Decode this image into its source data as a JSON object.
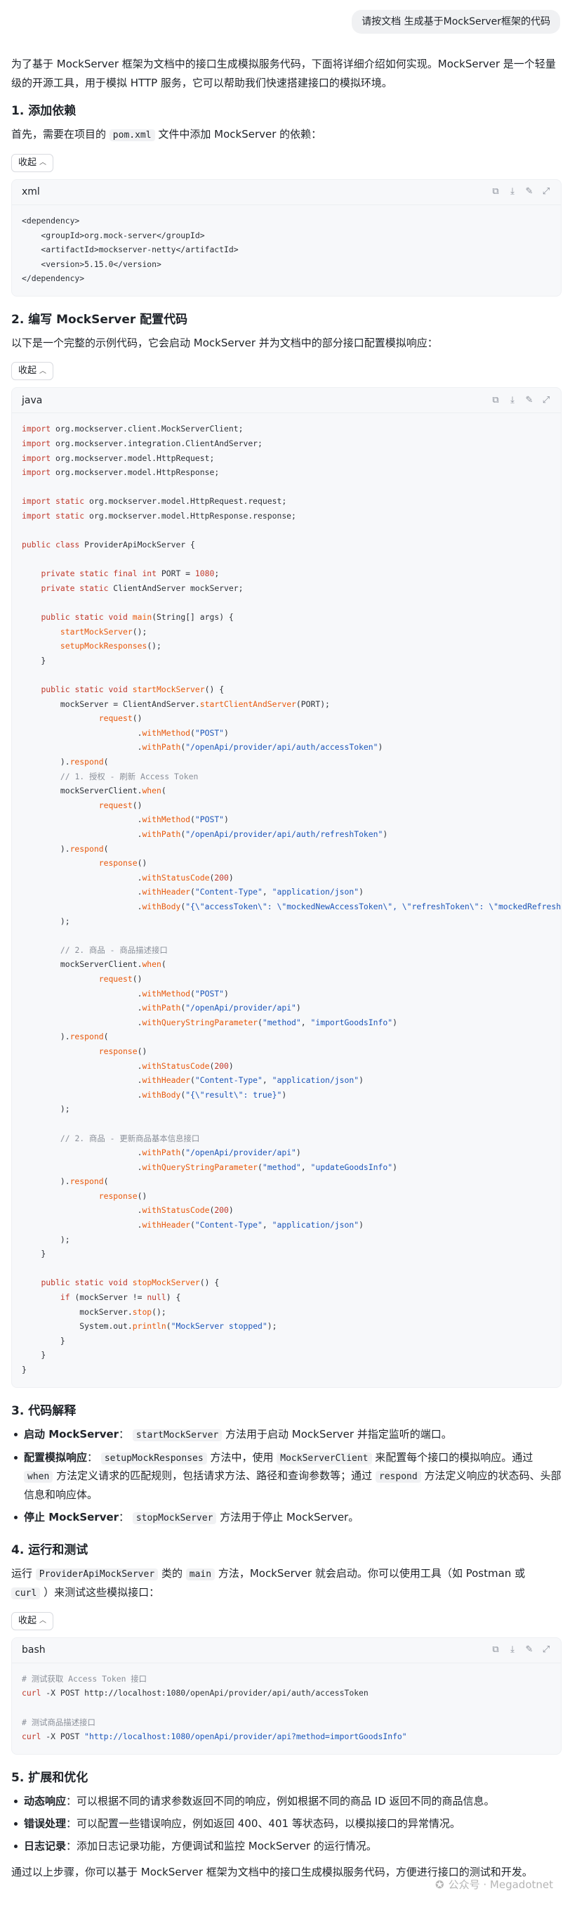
{
  "user_message": "请按文档 生成基于MockServer框架的代码",
  "intro": "为了基于 MockServer 框架为文档中的接口生成模拟服务代码，下面将详细介绍如何实现。MockServer 是一个轻量级的开源工具，用于模拟 HTTP 服务，它可以帮助我们快速搭建接口的模拟环境。",
  "collapse_label": "收起",
  "section1": {
    "heading": "1. 添加依赖",
    "text_before": "首先，需要在项目的",
    "inline_code": "pom.xml",
    "text_after": "文件中添加 MockServer 的依赖：",
    "lang": "xml"
  },
  "section2": {
    "heading": "2. 编写 MockServer 配置代码",
    "text": "以下是一个完整的示例代码，它会启动 MockServer 并为文档中的部分接口配置模拟响应：",
    "lang": "java"
  },
  "section3": {
    "heading": "3. 代码解释",
    "items": [
      {
        "title": "启动 MockServer",
        "sep": "：",
        "code": "startMockServer",
        "text": "方法用于启动 MockServer 并指定监听的端口。"
      },
      {
        "title": "配置模拟响应",
        "sep": "：",
        "code": "setupMockResponses",
        "text_a": "方法中，使用",
        "code2": "MockServerClient",
        "text_b": "来配置每个接口的模拟响应。通过",
        "code3": "when",
        "text_c": "方法定义请求的匹配规则，包括请求方法、路径和查询参数等；通过",
        "code4": "respond",
        "text_d": "方法定义响应的状态码、头部信息和响应体。"
      },
      {
        "title": "停止 MockServer",
        "sep": "：",
        "code": "stopMockServer",
        "text": "方法用于停止 MockServer。"
      }
    ]
  },
  "section4": {
    "heading": "4. 运行和测试",
    "text_a": "运行",
    "code1": "ProviderApiMockServer",
    "text_b": "类的",
    "code2": "main",
    "text_c": "方法，MockServer 就会启动。你可以使用工具（如 Postman 或",
    "code3": "curl",
    "text_d": "）来测试这些模拟接口：",
    "lang": "bash"
  },
  "section5": {
    "heading": "5. 扩展和优化",
    "items": [
      {
        "title": "动态响应",
        "text": "：可以根据不同的请求参数返回不同的响应，例如根据不同的商品 ID 返回不同的商品信息。"
      },
      {
        "title": "错误处理",
        "text": "：可以配置一些错误响应，例如返回 400、401 等状态码，以模拟接口的异常情况。"
      },
      {
        "title": "日志记录",
        "text": "：添加日志记录功能，方便调试和监控 MockServer 的运行情况。"
      }
    ]
  },
  "outro": "通过以上步骤，你可以基于 MockServer 框架为文档中的接口生成模拟服务代码，方便进行接口的测试和开发。",
  "watermark": "公众号 · Megadotnet",
  "icons": [
    "copy-icon",
    "download-icon",
    "edit-icon",
    "fullscreen-icon",
    "chevron-up-icon"
  ]
}
